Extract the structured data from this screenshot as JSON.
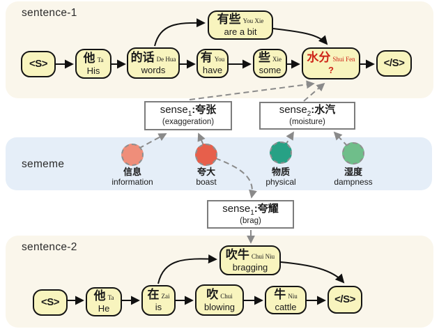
{
  "sections": {
    "sentence1_label": "sentence-1",
    "sememe_label": "sememe",
    "sentence2_label": "sentence-2"
  },
  "colors": {
    "band_cream": "#FAF6EB",
    "band_blue": "#E5EEF8",
    "token_fill": "#F8F4BE",
    "token_border": "#141414",
    "highlight_red": "#CE2418",
    "dashed_gray": "#8a8a8a",
    "arrow_black": "#111111"
  },
  "sentence1": {
    "tokens": [
      {
        "zh": "<S>",
        "pinyin": "",
        "gloss": ""
      },
      {
        "zh": "他",
        "pinyin": "Ta",
        "gloss": "His"
      },
      {
        "zh": "的话",
        "pinyin": "De Hua",
        "gloss": "words"
      },
      {
        "zh": "有",
        "pinyin": "You",
        "gloss": "have"
      },
      {
        "zh": "些",
        "pinyin": "Xie",
        "gloss": "some"
      },
      {
        "zh": "水分",
        "pinyin": "Shui Fen",
        "gloss": "?"
      },
      {
        "zh": "</S>",
        "pinyin": "",
        "gloss": ""
      }
    ],
    "mwe": {
      "zh": "有些",
      "pinyin": "You Xie",
      "gloss": "are a bit"
    }
  },
  "sentence2": {
    "tokens": [
      {
        "zh": "<S>",
        "pinyin": "",
        "gloss": ""
      },
      {
        "zh": "他",
        "pinyin": "Ta",
        "gloss": "He"
      },
      {
        "zh": "在",
        "pinyin": "Zai",
        "gloss": "is"
      },
      {
        "zh": "吹",
        "pinyin": "Chui",
        "gloss": "blowing"
      },
      {
        "zh": "牛",
        "pinyin": "Niu",
        "gloss": "cattle"
      },
      {
        "zh": "</S>",
        "pinyin": "",
        "gloss": ""
      }
    ],
    "mwe": {
      "zh": "吹牛",
      "pinyin": "Chui Niu",
      "gloss": "bragging"
    }
  },
  "senses": {
    "sense1_exaggeration": {
      "prefix": "sense",
      "sub": "1",
      "suffix": ":夸张",
      "gloss": "(exaggeration)"
    },
    "sense2_moisture": {
      "prefix": "sense",
      "sub": "2",
      "suffix": ":水汽",
      "gloss": "(moisture)"
    },
    "sense1_brag": {
      "prefix": "sense",
      "sub": "1",
      "suffix": ":夸耀",
      "gloss": "(brag)"
    }
  },
  "sememes": [
    {
      "zh": "信息",
      "en": "information",
      "color": "#EF8E7A"
    },
    {
      "zh": "夸大",
      "en": "boast",
      "color": "#E75F4B"
    },
    {
      "zh": "物质",
      "en": "physical",
      "color": "#27A185"
    },
    {
      "zh": "湿度",
      "en": "dampness",
      "color": "#6FBE8A"
    }
  ]
}
